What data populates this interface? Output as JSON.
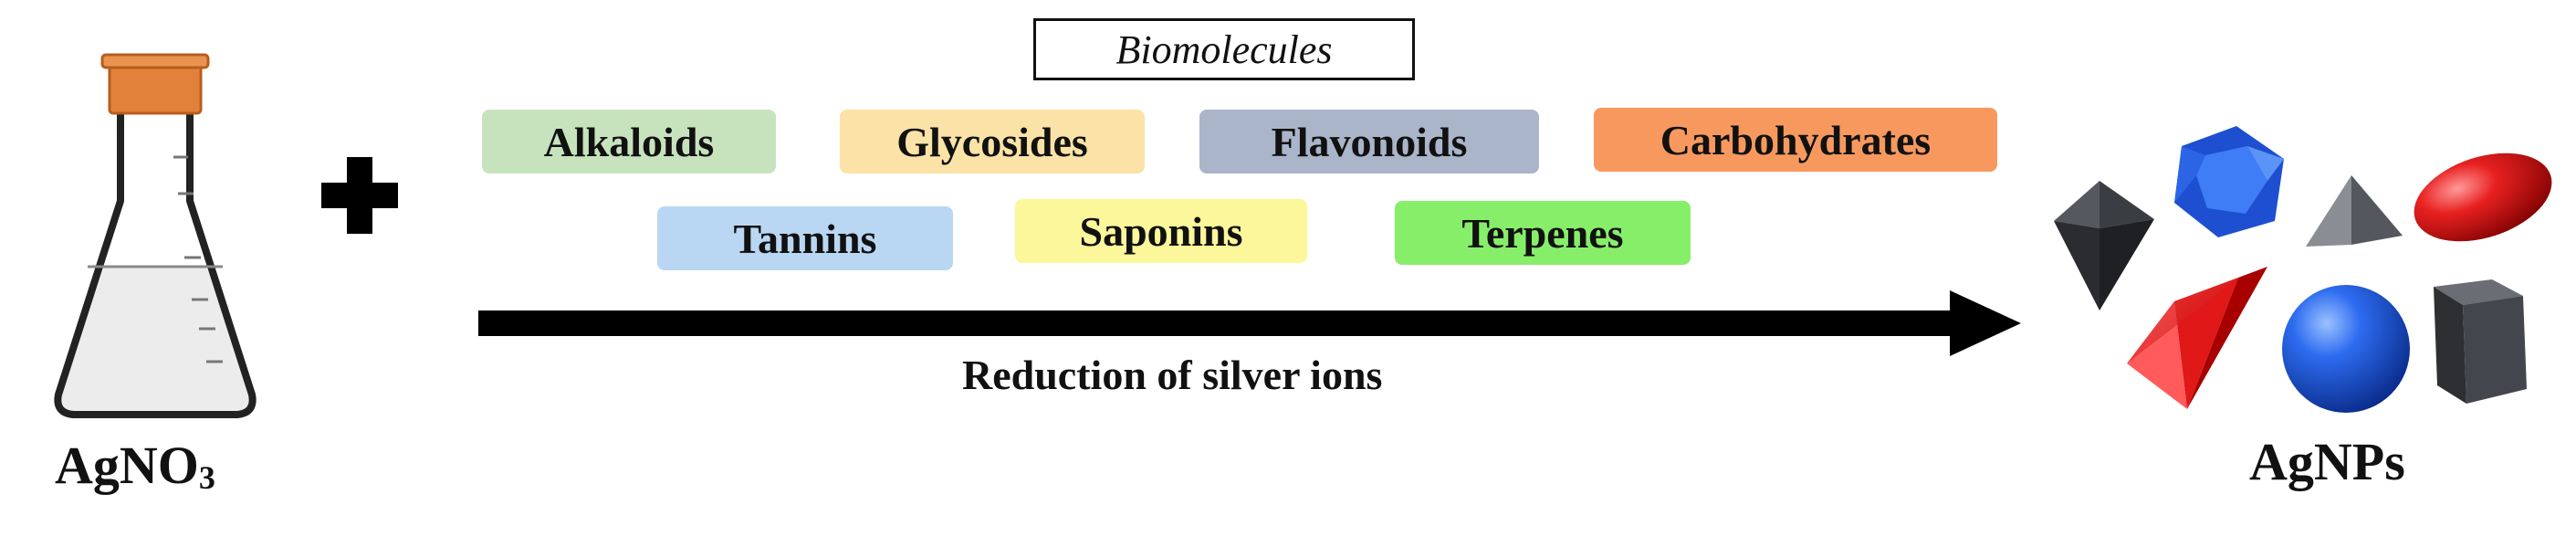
{
  "reactant": {
    "name_main": "AgNO",
    "name_sub": "3"
  },
  "plus_icon": "plus-icon",
  "biomolecules": {
    "title": "Biomolecules",
    "items": [
      {
        "label": "Alkaloids",
        "color": "#c7e3bd"
      },
      {
        "label": "Glycosides",
        "color": "#fbe2a6"
      },
      {
        "label": "Flavonoids",
        "color": "#aab5c9"
      },
      {
        "label": "Carbohydrates",
        "color": "#f7995e"
      },
      {
        "label": "Tannins",
        "color": "#b9d7f2"
      },
      {
        "label": "Saponins",
        "color": "#fbf79a"
      },
      {
        "label": "Terpenes",
        "color": "#87ee6a"
      }
    ]
  },
  "process": {
    "caption": "Reduction of silver ions",
    "arrow_icon": "right-arrow-icon"
  },
  "product": {
    "name": "AgNPs"
  },
  "colors": {
    "flask_cap": "#e2823a",
    "arrow": "#000000",
    "np_blue": "#1f5fe0",
    "np_red": "#e01818",
    "np_dark": "#3a3d42"
  }
}
